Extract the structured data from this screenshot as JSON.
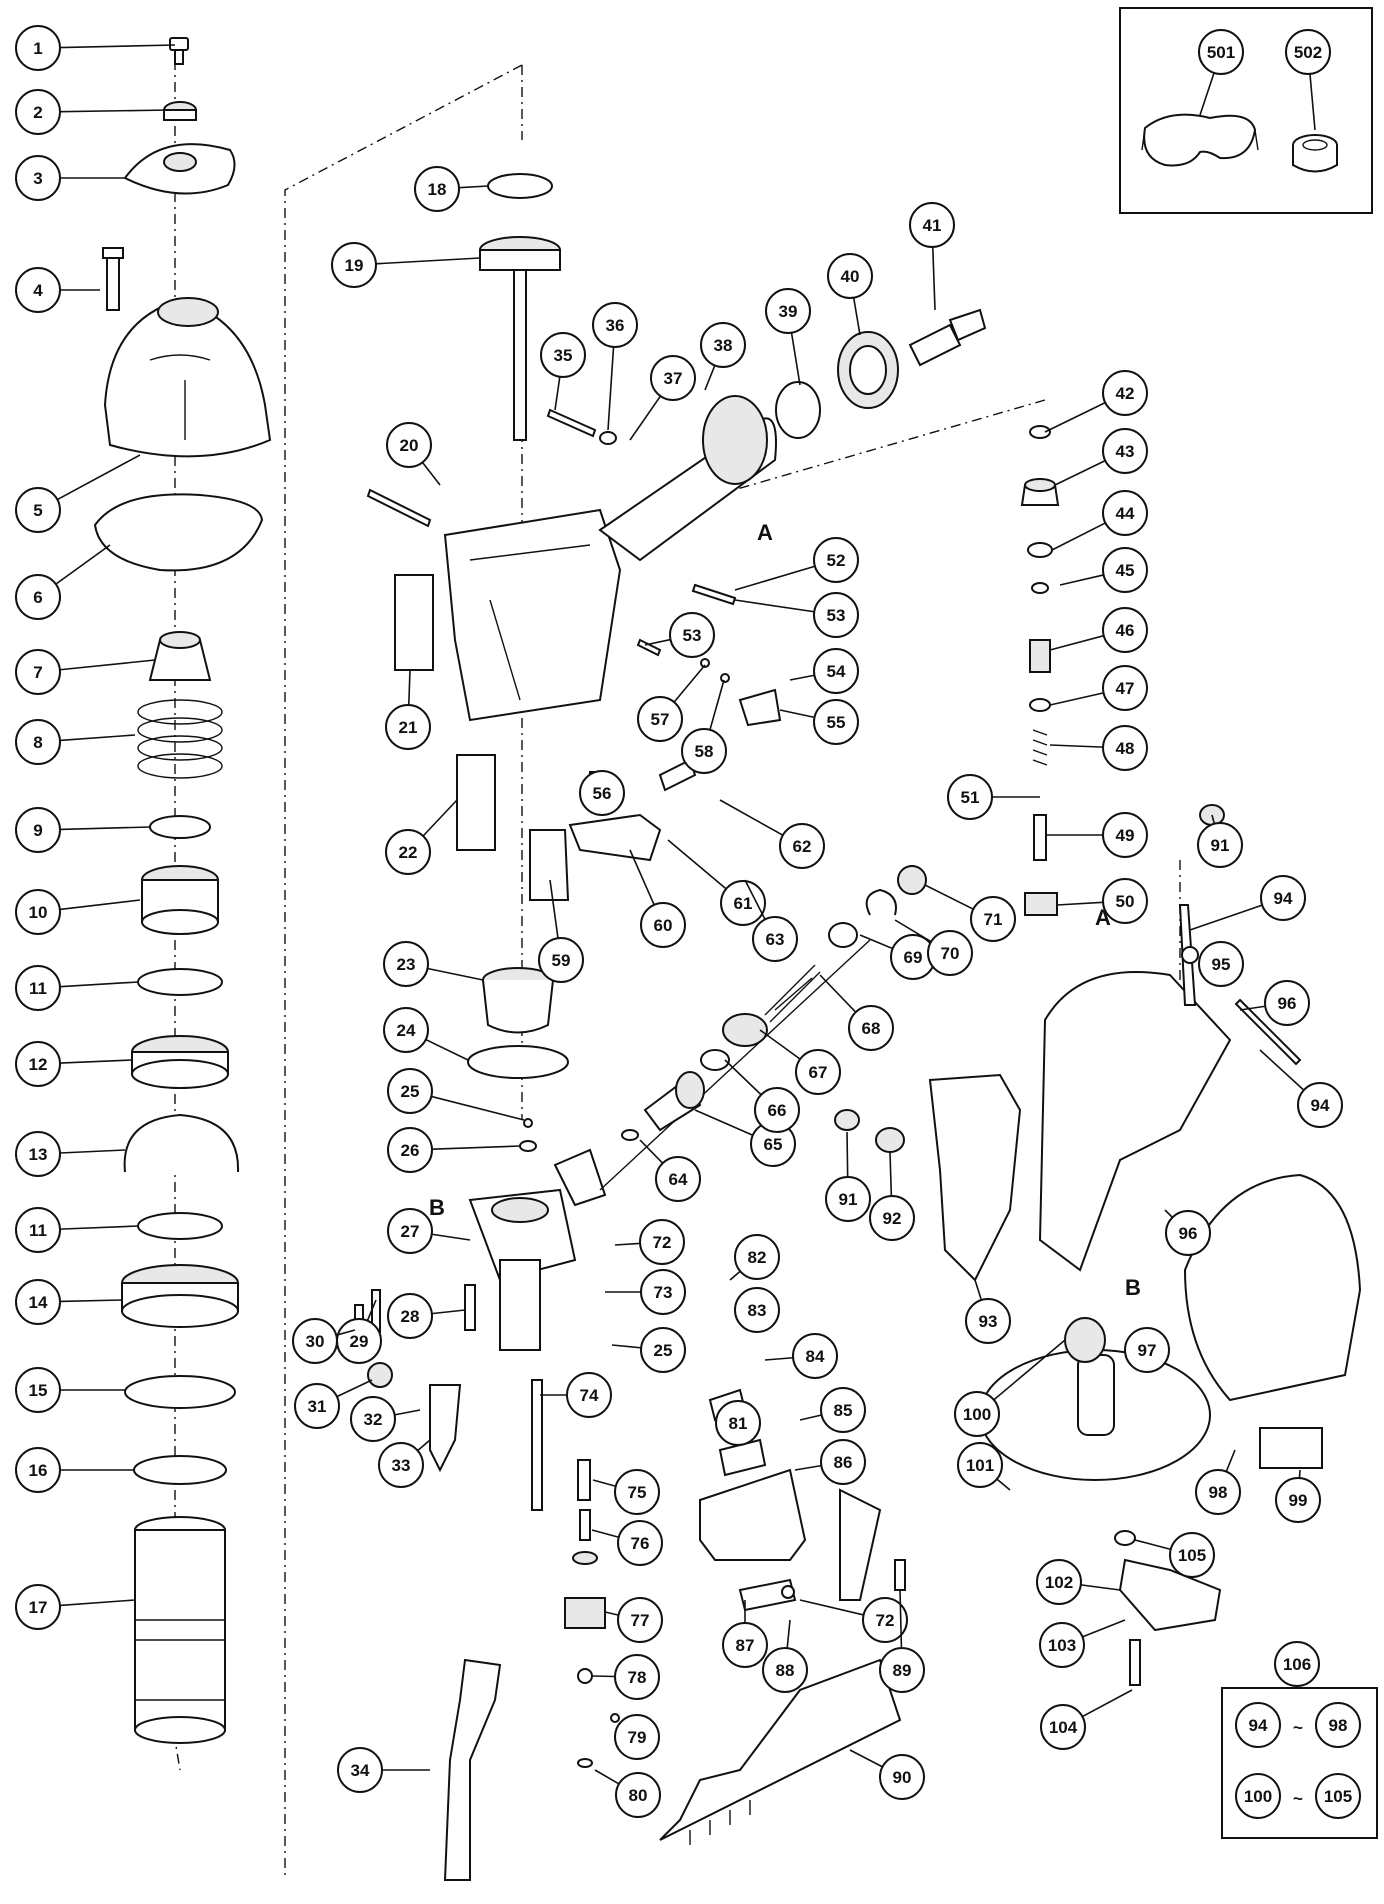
{
  "diagram": {
    "callouts": [
      "1",
      "2",
      "3",
      "4",
      "5",
      "6",
      "7",
      "8",
      "9",
      "10",
      "11",
      "12",
      "13",
      "11",
      "14",
      "15",
      "16",
      "17",
      "18",
      "19",
      "20",
      "21",
      "22",
      "23",
      "24",
      "25",
      "26",
      "27",
      "28",
      "29",
      "30",
      "31",
      "32",
      "33",
      "34",
      "35",
      "36",
      "37",
      "38",
      "39",
      "40",
      "41",
      "42",
      "43",
      "44",
      "45",
      "46",
      "47",
      "48",
      "49",
      "50",
      "51",
      "52",
      "53",
      "53",
      "54",
      "55",
      "56",
      "57",
      "58",
      "59",
      "60",
      "61",
      "62",
      "63",
      "64",
      "65",
      "66",
      "67",
      "68",
      "69",
      "70",
      "71",
      "72",
      "72",
      "73",
      "25",
      "74",
      "75",
      "76",
      "77",
      "78",
      "79",
      "80",
      "81",
      "82",
      "83",
      "84",
      "85",
      "86",
      "87",
      "88",
      "89",
      "90",
      "91",
      "91",
      "92",
      "93",
      "94",
      "94",
      "95",
      "96",
      "96",
      "97",
      "98",
      "99",
      "100",
      "101",
      "102",
      "103",
      "104",
      "105",
      "106",
      "501",
      "502"
    ],
    "reference_marks": {
      "a_top": "A",
      "a_right": "A",
      "b_left": "B",
      "b_right": "B"
    },
    "kit_box": {
      "row1_start": "94",
      "row1_end": "98",
      "row2_start": "100",
      "row2_end": "105",
      "range_symbol": "~"
    }
  }
}
